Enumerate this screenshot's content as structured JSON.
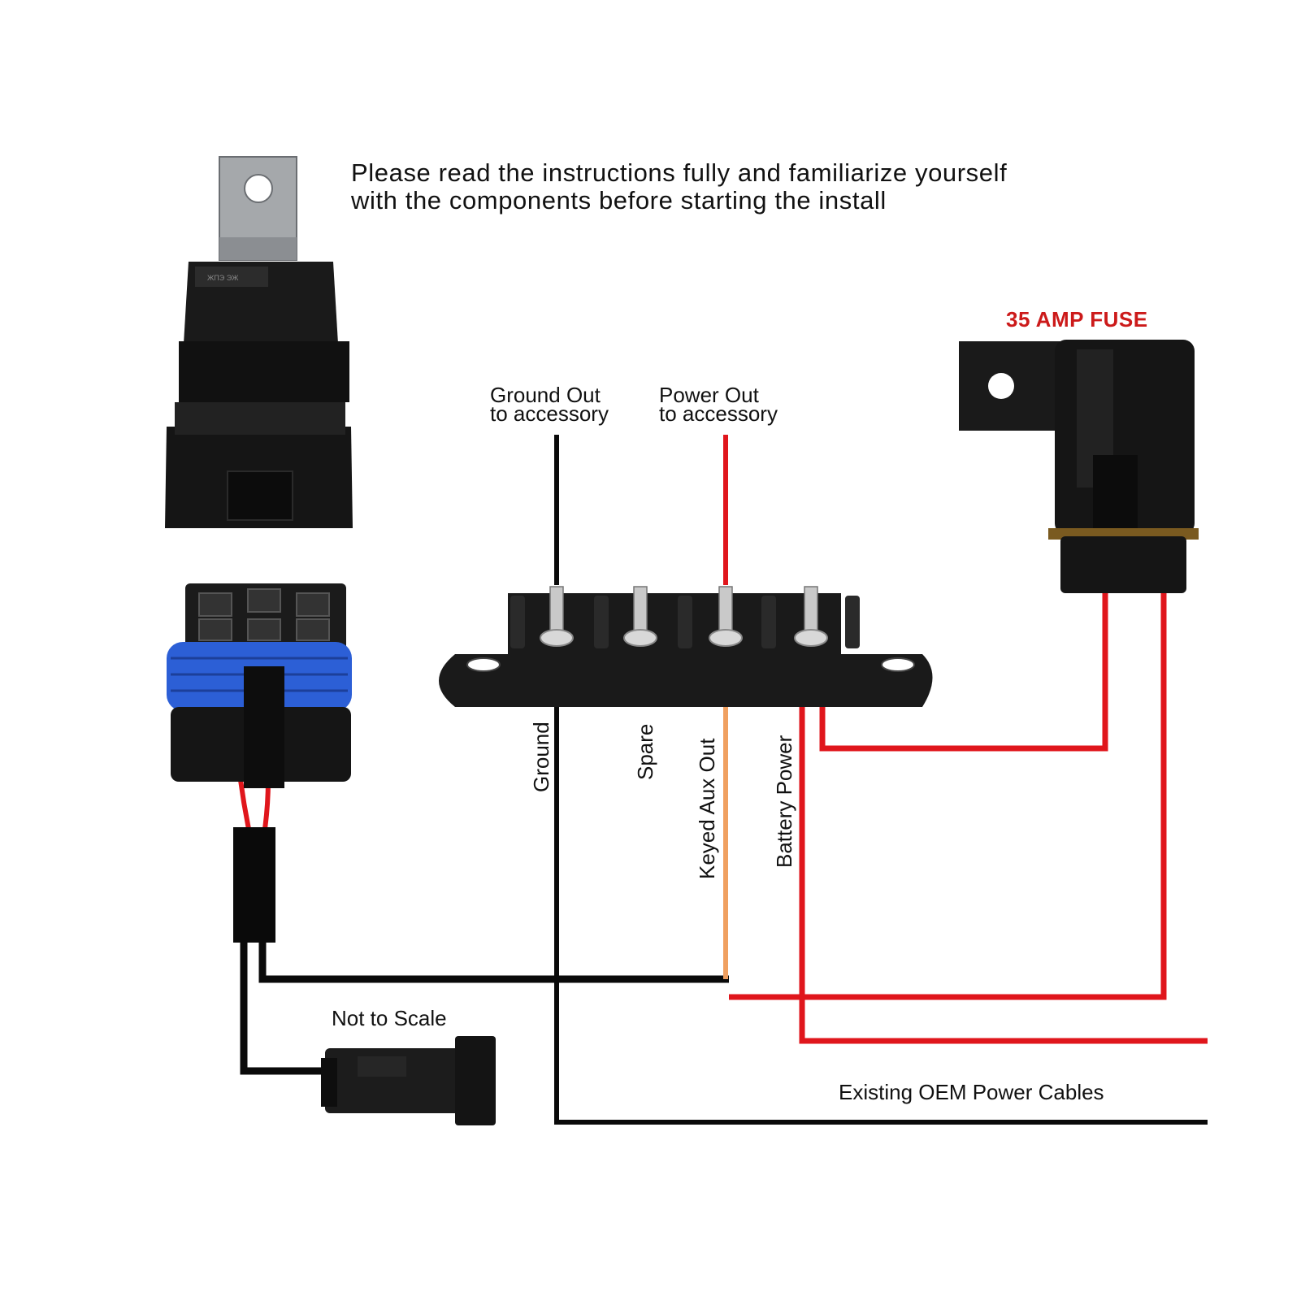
{
  "instructions": {
    "line1": "Please read the instructions fully and familiarize yourself",
    "line2": "with the components before starting the install"
  },
  "fuse": {
    "label": "35 AMP FUSE"
  },
  "outputs": {
    "ground_line1": "Ground Out",
    "ground_line2": "to accessory",
    "power_line1": "Power Out",
    "power_line2": "to accessory"
  },
  "terminals": {
    "ground": "Ground",
    "spare": "Spare",
    "keyed_aux_out": "Keyed Aux Out",
    "battery_power": "Battery Power"
  },
  "notes": {
    "not_to_scale": "Not to Scale",
    "existing_oem": "Existing OEM Power Cables"
  },
  "colors": {
    "wire_red": "#e0161c",
    "wire_black": "#0a0a0a",
    "wire_orange": "#f0a060",
    "connector_blue": "#2c5fd6",
    "fuse_label": "#cc1a1a"
  }
}
